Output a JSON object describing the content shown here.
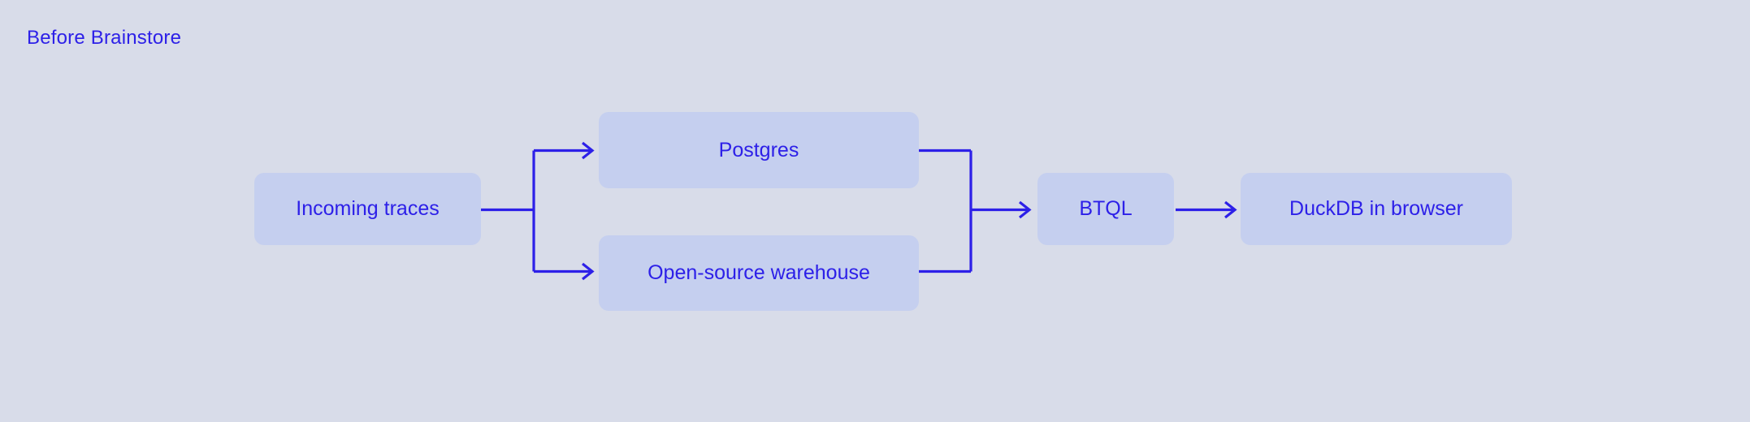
{
  "diagram": {
    "title": "Before Brainstore",
    "type": "flowchart",
    "background_color": "#d8dce9",
    "node_fill_color": "#c5cfef",
    "accent_color": "#2d20e8",
    "nodes": [
      {
        "id": "incoming-traces",
        "label": "Incoming traces"
      },
      {
        "id": "postgres",
        "label": "Postgres"
      },
      {
        "id": "warehouse",
        "label": "Open-source warehouse"
      },
      {
        "id": "btql",
        "label": "BTQL"
      },
      {
        "id": "duckdb",
        "label": "DuckDB in browser"
      }
    ],
    "edges": [
      {
        "from": "incoming-traces",
        "to": "postgres",
        "style": "elbow-arrow"
      },
      {
        "from": "incoming-traces",
        "to": "warehouse",
        "style": "elbow-arrow"
      },
      {
        "from": "postgres",
        "to": "btql",
        "style": "elbow-arrow"
      },
      {
        "from": "warehouse",
        "to": "btql",
        "style": "elbow-arrow"
      },
      {
        "from": "btql",
        "to": "duckdb",
        "style": "straight-arrow"
      }
    ]
  }
}
